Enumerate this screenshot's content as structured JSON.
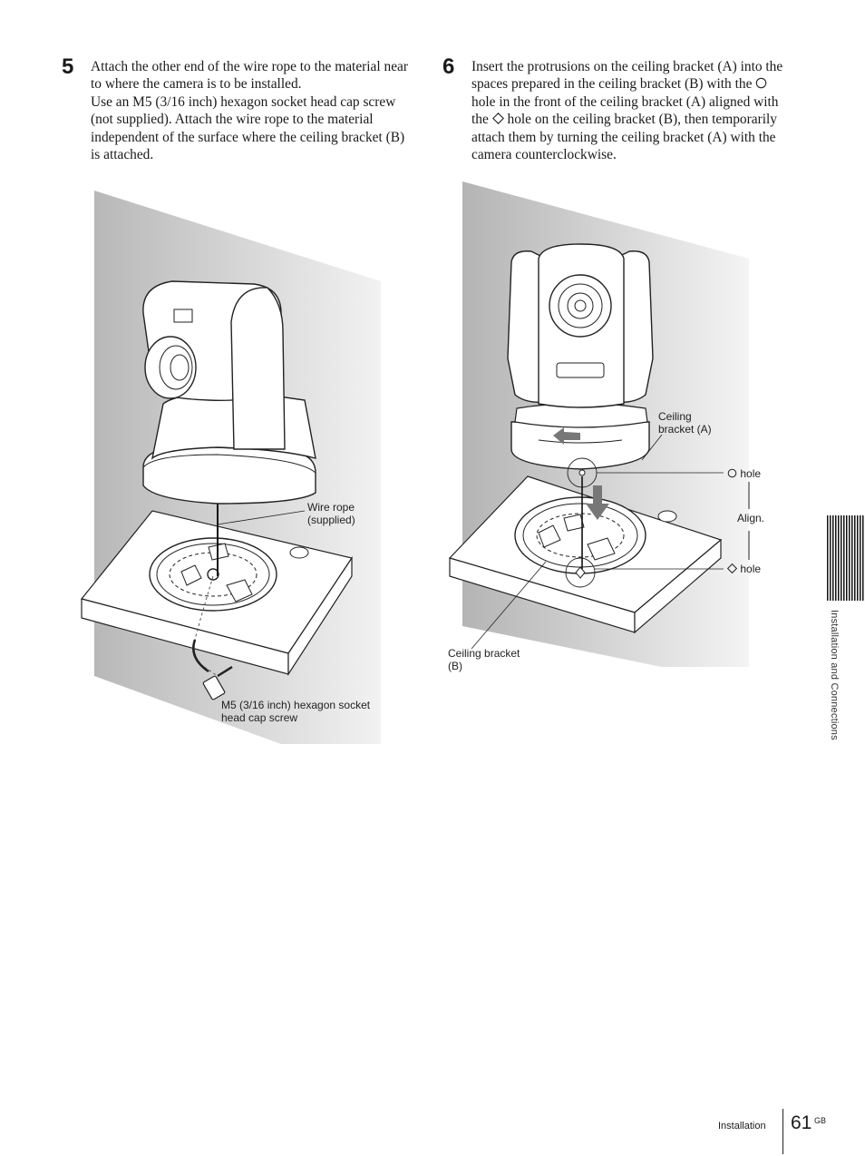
{
  "step5": {
    "number": "5",
    "paragraph1": "Attach the other end of the wire rope to the material near to where the camera is to be installed.",
    "paragraph2": "Use an M5 (3/16 inch) hexagon socket head cap screw (not supplied). Attach the wire rope to the material independent of the surface where the ceiling bracket (B) is attached."
  },
  "step6": {
    "number": "6",
    "text_a": "Insert the protrusions on the ceiling bracket (A) into the spaces prepared in the ceiling bracket (B) with the ",
    "text_b": " hole in the front of the ceiling bracket (A) aligned with the ",
    "text_c": " hole on the ceiling bracket (B), then temporarily attach them by turning the ceiling bracket (A) with the camera counterclockwise."
  },
  "figure1": {
    "wire_rope_line1": "Wire rope",
    "wire_rope_line2": "(supplied)",
    "screw_line1": "M5 (3/16 inch) hexagon socket",
    "screw_line2": "head cap screw"
  },
  "figure2": {
    "bracket_a_line1": "Ceiling",
    "bracket_a_line2": "bracket (A)",
    "circle_hole": "hole",
    "align": "Align.",
    "diamond_hole": "hole",
    "bracket_b_line1": "Ceiling bracket",
    "bracket_b_line2": "(B)"
  },
  "sidebar": {
    "section": "Installation and Connections"
  },
  "footer": {
    "section": "Installation",
    "page": "61",
    "suffix": "GB"
  },
  "icons": {
    "circle": "circle-hole-icon",
    "diamond": "diamond-hole-icon"
  }
}
